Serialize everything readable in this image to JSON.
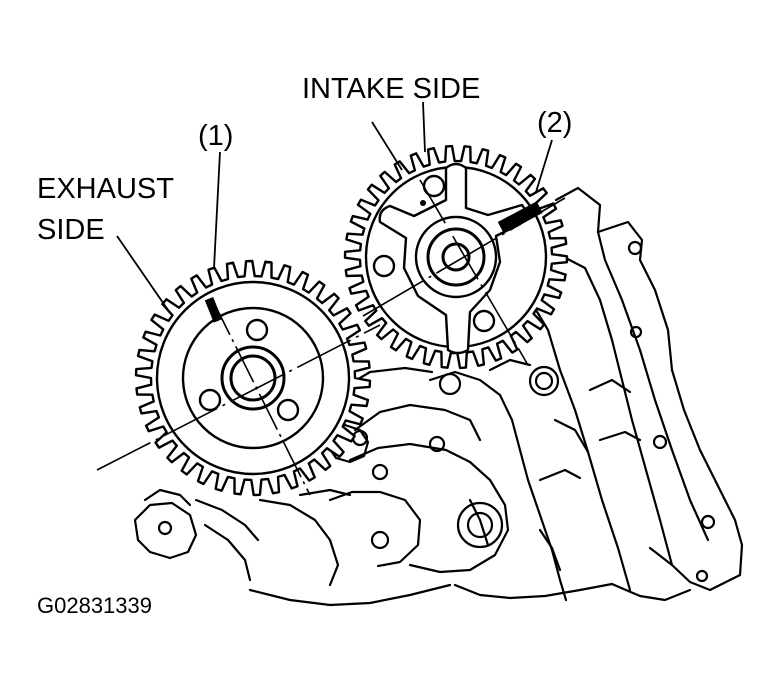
{
  "labels": {
    "intake_side": "INTAKE SIDE",
    "exhaust_line1": "EXHAUST",
    "exhaust_line2": "SIDE",
    "mark_1": "(1)",
    "mark_2": "(2)",
    "figure_code": "G02831339"
  },
  "colors": {
    "ink": "#000000",
    "paper": "#ffffff"
  },
  "gears": {
    "exhaust": {
      "teeth": 38
    },
    "intake": {
      "teeth": 38
    }
  }
}
